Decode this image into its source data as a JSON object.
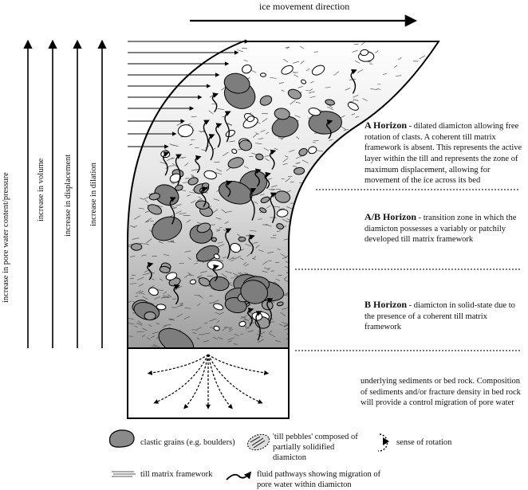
{
  "diagram": {
    "top_label": "ice movement direction",
    "vertical_labels": [
      "increase in pore water content/pressure",
      "increase in volume",
      "increase in displacement",
      "increase in dilation"
    ],
    "horizons": [
      {
        "name": "A Horizon",
        "text": " - dilated diamicton allowing free rotation of clasts. A coherent till matrix framework is absent. This represents the active layer within the till and represents the zone of maximum displacement, allowing for movement of the ice across its bed"
      },
      {
        "name": "A/B Horizon",
        "text": " - transition zone in which the diamicton possesses a variably or patchily developed till matrix framework"
      },
      {
        "name": "B Horizon",
        "text": " - diamicton in solid-state due to the presence of a coherent till matrix framework"
      },
      {
        "name": "",
        "text": "underlying sediments or bed rock. Composition of sediments and/or fracture density in bed rock will provide a control migration of pore water"
      }
    ],
    "legend": [
      {
        "icon": "clast-icon",
        "text": "clastic grains (e.g. boulders)"
      },
      {
        "icon": "till-pebble-icon",
        "text": "'till pebbles' composed of partially solidified diamicton"
      },
      {
        "icon": "rotation-icon",
        "text": "sense of rotation"
      },
      {
        "icon": "till-matrix-icon",
        "text": "till matrix framework"
      },
      {
        "icon": "fluid-pathway-icon",
        "text": "fluid pathways showing migration of pore water within diamicton"
      }
    ]
  }
}
